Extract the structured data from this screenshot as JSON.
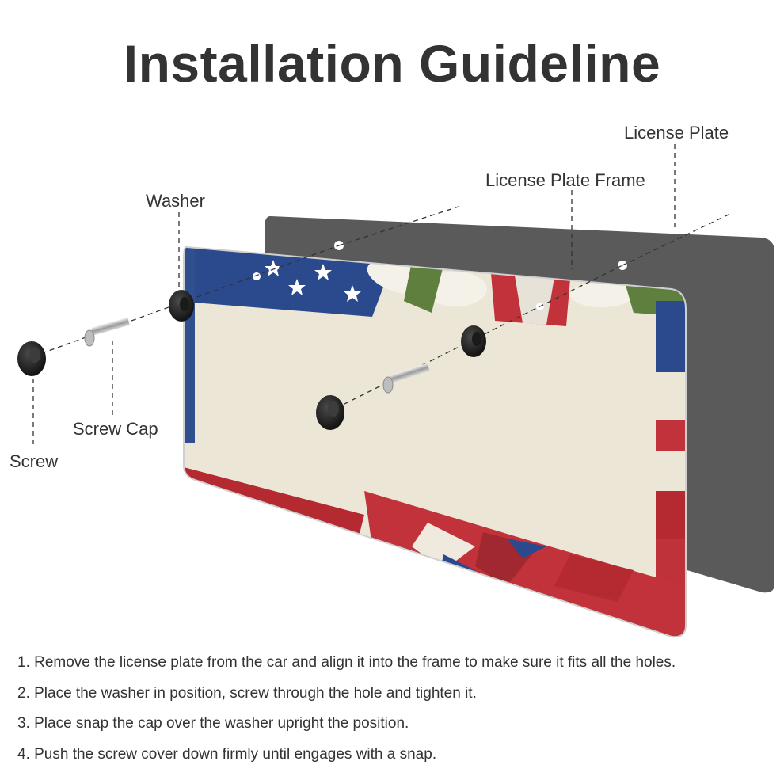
{
  "title": "Installation Guideline",
  "callouts": {
    "license_plate": "License Plate",
    "license_plate_frame": "License Plate Frame",
    "washer": "Washer",
    "screw_cap": "Screw Cap",
    "screw": "Screw"
  },
  "steps": [
    "1. Remove the license plate from the car and align it into the frame to make sure it fits all the holes.",
    "2. Place the washer in position, screw through the hole and tighten it.",
    "3. Place snap the cap over the washer upright the position.",
    "4. Push the screw cover down firmly until engages with a snap."
  ],
  "colors": {
    "plate": "#5a5a5a",
    "frame_blue": "#2b4a8e",
    "frame_red": "#b52a30",
    "frame_cream": "#ece6d6",
    "text": "#333333"
  }
}
